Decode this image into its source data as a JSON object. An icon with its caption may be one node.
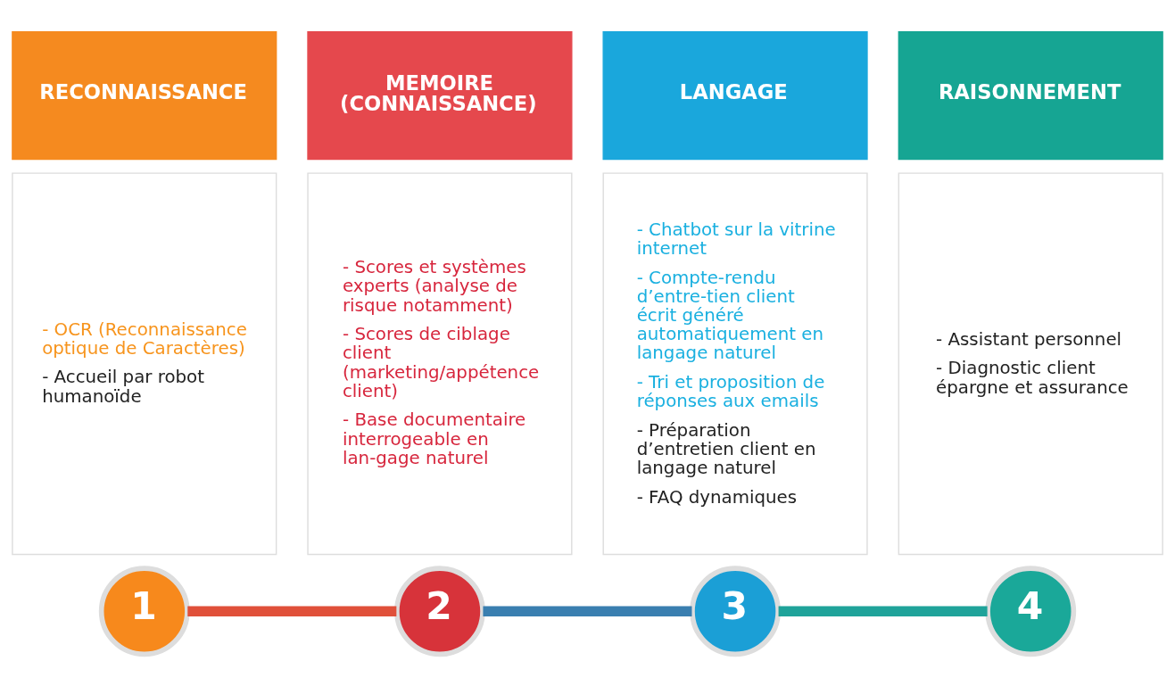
{
  "diagram": {
    "nodes": [
      {
        "text": [
          "RECONNAISSANCE"
        ]
      },
      {
        "text": [
          "- OCR (Reconnaissance optique de Caractères)",
          "- Accueil par robot humanoïde"
        ]
      },
      {
        "text": [
          "MEMOIRE (CONNAISSANCE)"
        ]
      },
      {
        "text": [
          "- Scores et systèmes experts (analyse de risque notamment)",
          "- Scores de ciblage client (marketing/appétence client)",
          "- Base documentaire interrogeable en lan-gage naturel"
        ]
      },
      {
        "text": [
          "LANGAGE"
        ]
      },
      {
        "text": [
          "- Chatbot sur la vitrine internet",
          "- Compte-rendu d’entre-tien client écrit généré automatiquement en langage naturel",
          "- Tri et proposition de réponses aux emails",
          "- Préparation d’entretien client en langage naturel",
          "- FAQ dynamiques"
        ]
      },
      {
        "text": [
          "RAISONNEMENT"
        ]
      },
      {
        "text": [
          "- Assistant personnel",
          "- Diagnostic client épargne et assurance"
        ]
      },
      {
        "text": [
          "1"
        ]
      },
      {
        "text": [
          "2"
        ]
      },
      {
        "text": [
          "3"
        ]
      },
      {
        "text": [
          "4"
        ]
      }
    ],
    "edges": [
      {
        "from": 8,
        "to": 9,
        "arrow": "none",
        "color": "#e0503a"
      },
      {
        "from": 9,
        "to": 10,
        "arrow": "none",
        "color": "#3a7fb0"
      },
      {
        "from": 10,
        "to": 11,
        "arrow": "none",
        "color": "#1fa39a"
      }
    ]
  }
}
